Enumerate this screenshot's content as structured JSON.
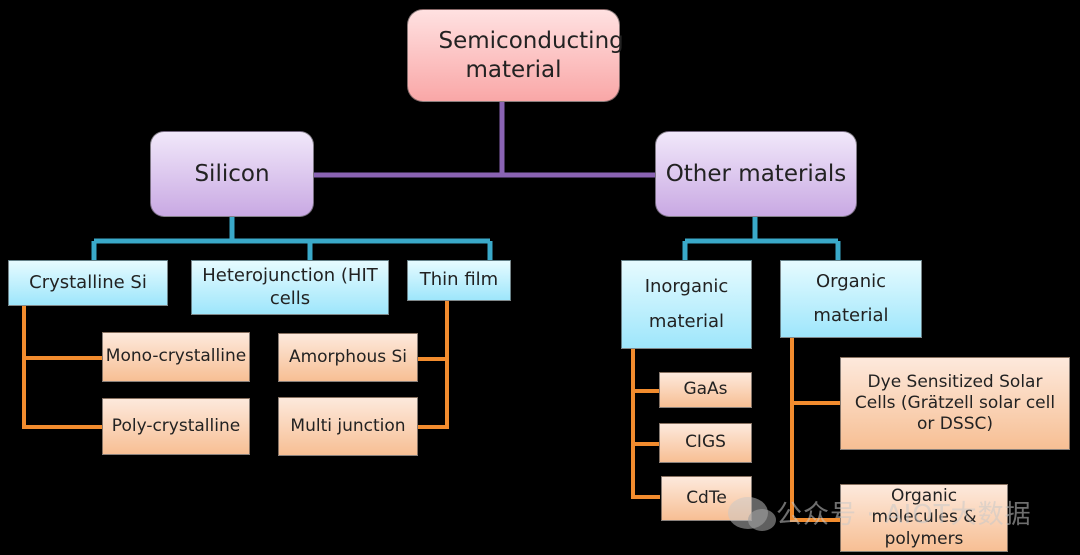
{
  "diagram": {
    "root": "Semiconducting material",
    "branches": [
      {
        "label": "Silicon",
        "children": [
          {
            "label": "Crystalline Si",
            "children": [
              "Mono-crystalline",
              "Poly-crystalline"
            ]
          },
          {
            "label": "Heterojunction (HIT cells",
            "children": []
          },
          {
            "label": "Thin film",
            "children": [
              "Amorphous Si",
              "Multi junction"
            ]
          }
        ]
      },
      {
        "label": "Other materials",
        "children": [
          {
            "label": "Inorganic material",
            "children": [
              "GaAs",
              "CIGS",
              "CdTe"
            ]
          },
          {
            "label": "Organic material",
            "children": [
              "Dye Sensitized Solar Cells (Grätzell solar cell or DSSC)",
              "Organic molecules & polymers"
            ]
          }
        ]
      }
    ]
  },
  "colors": {
    "background": "#000000",
    "root_fill": "#f9a7a7",
    "level1_fill": "#c9a9e3",
    "level2_fill": "#9ee6fb",
    "level3_fill": "#f7bf94",
    "connector_root": "#8a63b3",
    "connector_level1": "#3aa9c9",
    "connector_level2": "#f28c2e"
  },
  "watermark": {
    "text": "公众号 · AIOT大数据",
    "icon": "wechat-icon"
  }
}
